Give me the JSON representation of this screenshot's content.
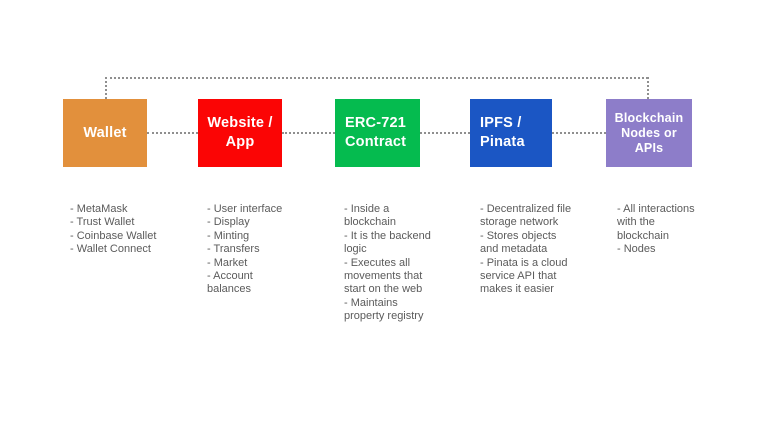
{
  "diagram": {
    "background": "#ffffff",
    "connector_color": "#8f8f8f",
    "body_text_color": "#5b5b5b",
    "title_text_color": "#ffffff",
    "columns": [
      {
        "id": "wallet",
        "title": "Wallet",
        "color": "#e2903c",
        "lines": [
          "- MetaMask",
          "- Trust Wallet",
          "- Coinbase Wallet",
          "- Wallet Connect"
        ]
      },
      {
        "id": "website-app",
        "title": "Website /\nApp",
        "color": "#fb0505",
        "lines": [
          "- User interface",
          "- Display",
          "- Minting",
          "- Transfers",
          "- Market",
          "- Account",
          "balances"
        ]
      },
      {
        "id": "erc721-contract",
        "title": "ERC-721\nContract",
        "color": "#05bb4f",
        "lines": [
          "- Inside a",
          "blockchain",
          "- It is the backend",
          "logic",
          "- Executes all",
          "movements that",
          "start on the web",
          "- Maintains",
          "property registry"
        ]
      },
      {
        "id": "ipfs-pinata",
        "title": "IPFS /\nPinata",
        "color": "#1b56c4",
        "lines": [
          "- Decentralized file",
          "storage network",
          "- Stores objects",
          "and metadata",
          "- Pinata is a cloud",
          "service API that",
          "makes it easier"
        ]
      },
      {
        "id": "blockchain-nodes",
        "title": "Blockchain\nNodes or\nAPIs",
        "color": "#8d7dc9",
        "lines": [
          "- All interactions",
          "with the",
          "blockchain",
          "- Nodes"
        ]
      }
    ]
  }
}
